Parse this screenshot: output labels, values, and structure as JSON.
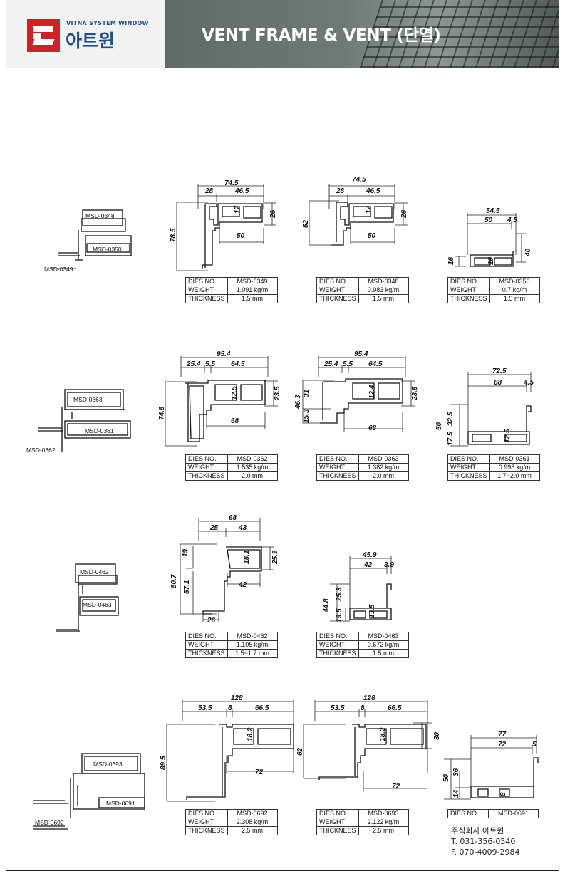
{
  "header": {
    "logo_en": "VITNA SYSTEM WINDOW",
    "logo_ko": "아트윈",
    "title": "VENT FRAME & VENT (단열)"
  },
  "table_labels": {
    "dies": "DIES NO.",
    "weight": "WEIGHT",
    "thickness": "THICKNESS"
  },
  "tables": [
    {
      "dies": "MSD-0349",
      "weight": "1.091  kg/m",
      "thickness": "1.5      mm"
    },
    {
      "dies": "MSD-0348",
      "weight": "0.983  kg/m",
      "thickness": "1.5      mm"
    },
    {
      "dies": "MSD-0350",
      "weight": "0.7     kg/m",
      "thickness": "1.5      mm"
    },
    {
      "dies": "MSD-0362",
      "weight": "1.535  kg/m",
      "thickness": "2.0      mm"
    },
    {
      "dies": "MSD-0363",
      "weight": "1.382  kg/m",
      "thickness": "2.0      mm"
    },
    {
      "dies": "MSD-0361",
      "weight": "0.993  kg/m",
      "thickness": "1.7~2.0  mm"
    },
    {
      "dies": "MSD-0462",
      "weight": "1.105  kg/m",
      "thickness": "1.5~1.7 mm"
    },
    {
      "dies": "MSD-0463",
      "weight": "0.672  kg/m",
      "thickness": "1.5      mm"
    },
    {
      "dies": "MSD-0692",
      "weight": "2.308  kg/m",
      "thickness": "2.5      mm"
    },
    {
      "dies": "MSD-0693",
      "weight": "2.122  kg/m",
      "thickness": "2.5      mm"
    },
    {
      "dies": "MSD-0691"
    }
  ],
  "assemblies": [
    {
      "labels": [
        "MSD-0348",
        "MSD-0350",
        "MSD-0349"
      ]
    },
    {
      "labels": [
        "MSD-0363",
        "MSD-0361",
        "MSD-0362"
      ]
    },
    {
      "labels": [
        "MSD-0462",
        "MSD-0463"
      ]
    },
    {
      "labels": [
        "MSD-0693",
        "MSD-0691",
        "MSD-0692"
      ]
    }
  ],
  "dims": {
    "p349": [
      "74.5",
      "28",
      "46.5",
      "17",
      "26",
      "78.5",
      "50"
    ],
    "p348": [
      "74.5",
      "28",
      "46.5",
      "17",
      "26",
      "52",
      "50"
    ],
    "p350": [
      "54.5",
      "50",
      "4.5",
      "40",
      "16",
      "10"
    ],
    "p362": [
      "95.4",
      "25.4",
      "5.5",
      "64.5",
      "12.5",
      "23.5",
      "74.8",
      "68"
    ],
    "p363": [
      "95.4",
      "25.4",
      "5.5",
      "64.5",
      "12.4",
      "23.5",
      "46.3",
      "31",
      "15.3",
      "68"
    ],
    "p361": [
      "72.5",
      "68",
      "4.5",
      "50",
      "32.5",
      "17.5",
      "12.5"
    ],
    "p462": [
      "68",
      "25",
      "43",
      "19",
      "18.1",
      "25.9",
      "80.7",
      "57.1",
      "42",
      "26"
    ],
    "p463": [
      "45.9",
      "42",
      "3.9",
      "44.8",
      "25.3",
      "19.5",
      "13.5"
    ],
    "p692": [
      "128",
      "53.5",
      "8",
      "66.5",
      "18.2",
      "89.5",
      "72"
    ],
    "p693": [
      "128",
      "53.5",
      "8",
      "66.5",
      "18.2",
      "30",
      "62",
      "72"
    ],
    "p691": [
      "77",
      "72",
      "5",
      "50",
      "36",
      "14",
      "8"
    ]
  },
  "company": {
    "name": "주식회사 아트윈",
    "tel": "T. 031-356-0540",
    "fax": "F. 070-4009-2984"
  }
}
